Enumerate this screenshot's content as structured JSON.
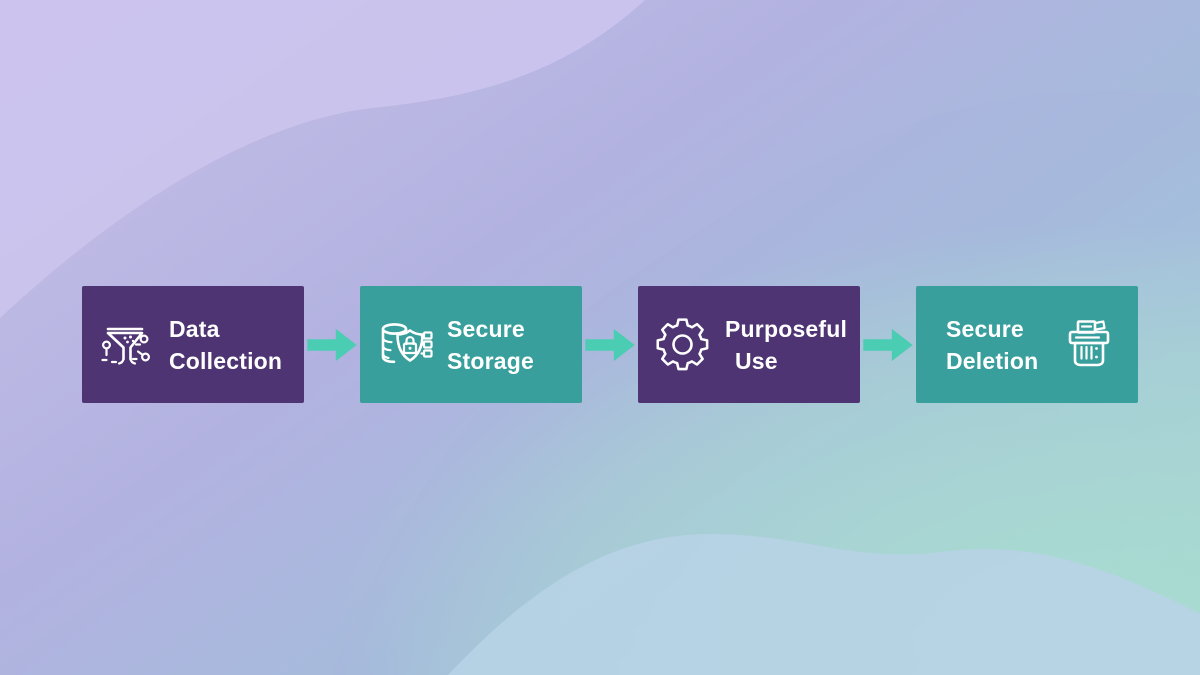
{
  "flow": {
    "steps": [
      {
        "line1": "Data",
        "line2": "Collection",
        "icon": "funnel-icon",
        "bg": "#4e3472"
      },
      {
        "line1": "Secure",
        "line2": "Storage",
        "icon": "database-shield-icon",
        "bg": "#389f9c"
      },
      {
        "line1": "Purposeful",
        "line2": "Use",
        "icon": "gear-icon",
        "bg": "#4e3472"
      },
      {
        "line1": "Secure",
        "line2": "Deletion",
        "icon": "shredder-icon",
        "bg": "#389f9c"
      }
    ],
    "arrow_color": "#4bcdb4",
    "text_color": "#ffffff"
  },
  "background": {
    "base_left": "#c6bee8",
    "base_mid1": "#b2b2e0",
    "base_mid2": "#a6bbdc",
    "base_right": "#a4c9da",
    "base_mint": "#a6d5d2",
    "mint_corner": "#a9ddd0",
    "light_wave_top_left": "#cdc6ee",
    "mid_wave": "#a9b0dd",
    "blue_wave_bottom": "#b7d3e5"
  }
}
